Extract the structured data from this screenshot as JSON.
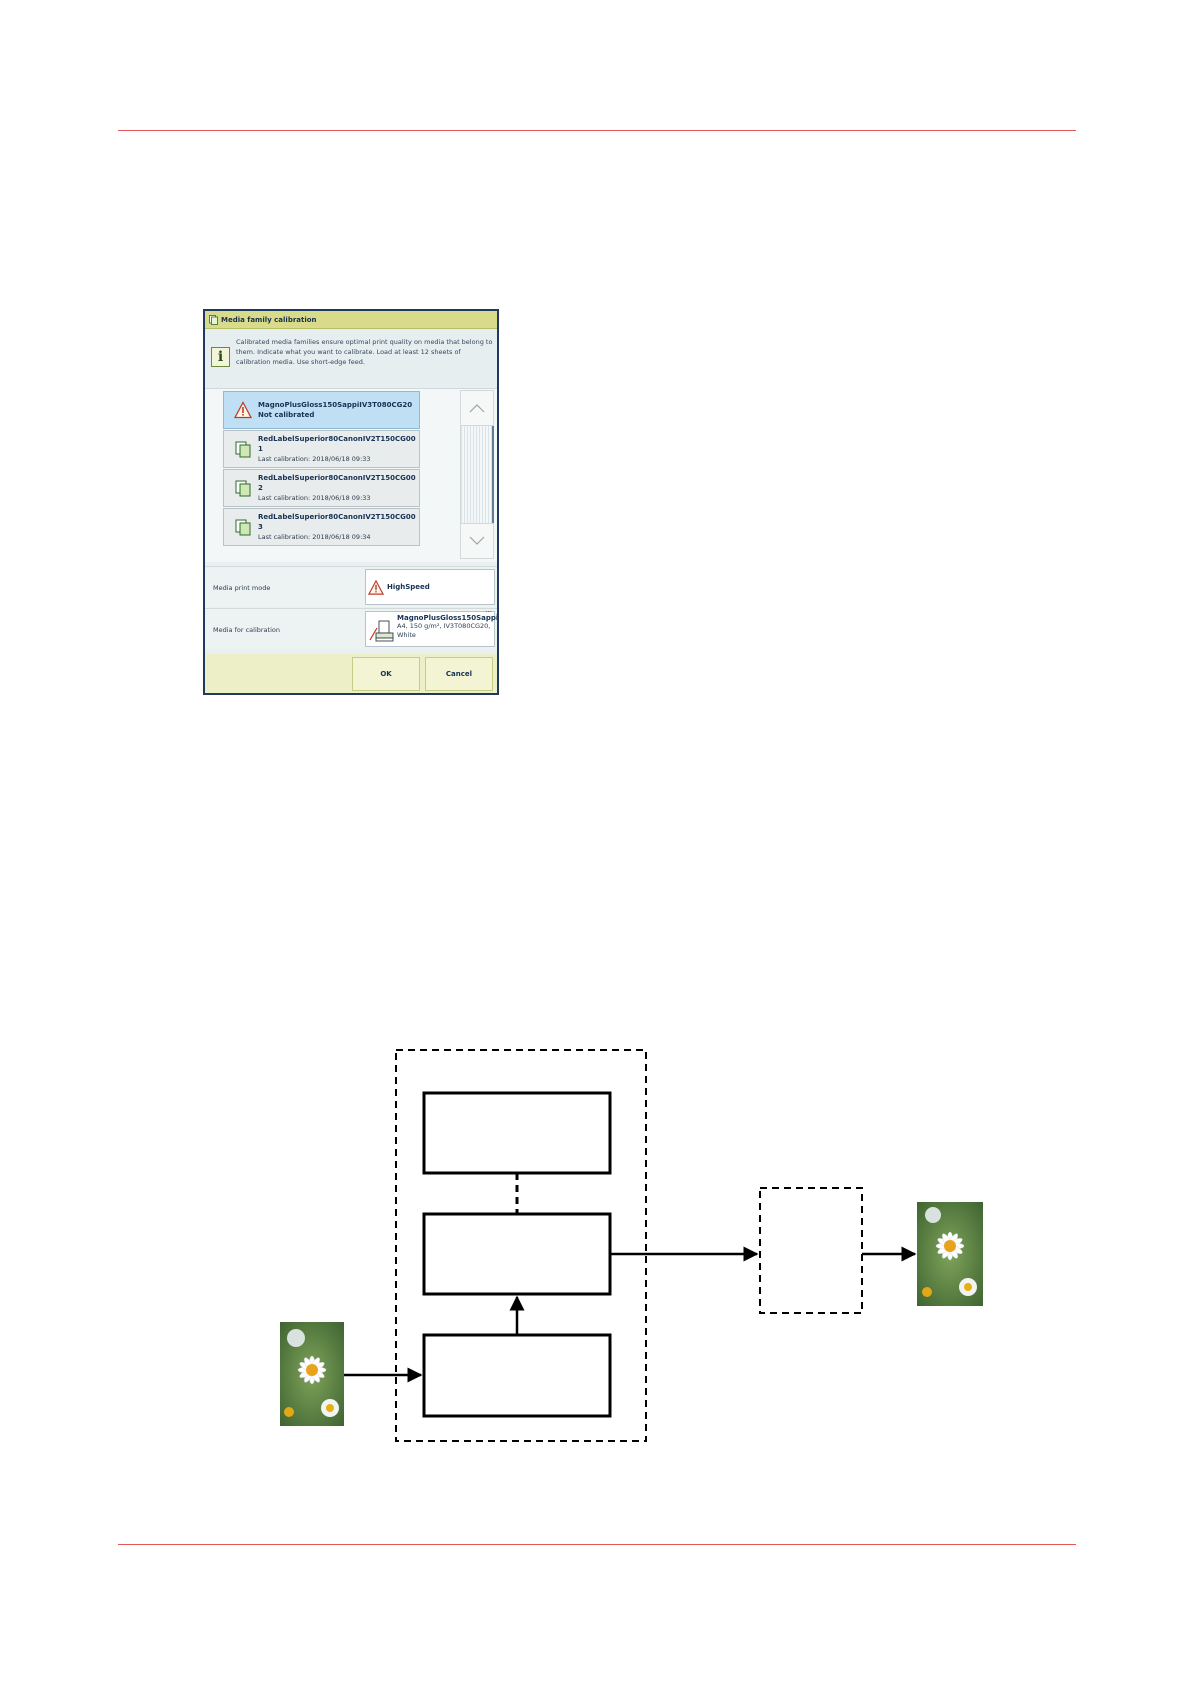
{
  "dialog": {
    "title": "Media family calibration",
    "info_text": "Calibrated media families ensure optimal print quality on media that belong to them. Indicate what you want to calibrate. Load at least 12 sheets of calibration media. Use short-edge feed.",
    "items": [
      {
        "name": "MagnoPlusGloss150SappiIV3T080CG20",
        "status": "Not calibrated",
        "icon": "warning-icon"
      },
      {
        "name": "RedLabelSuperior80CanonIV2T150CG00 1",
        "status": "Last calibration: 2018/06/18 09:33",
        "icon": "media-family-icon"
      },
      {
        "name": "RedLabelSuperior80CanonIV2T150CG00 2",
        "status": "Last calibration: 2018/06/18 09:33",
        "icon": "media-family-icon"
      },
      {
        "name": "RedLabelSuperior80CanonIV2T150CG00 3",
        "status": "Last calibration: 2018/06/18 09:34",
        "icon": "media-family-icon"
      }
    ],
    "print_mode": {
      "label": "Media print mode",
      "value": "HighSpeed"
    },
    "calibration_media": {
      "label": "Media for calibration",
      "name": "MagnoPlusGloss150Sappi",
      "details": "A4, 150 g/m², IV3T080CG20,",
      "color": "White",
      "more": "..."
    },
    "ok_label": "OK",
    "cancel_label": "Cancel"
  },
  "colors": {
    "accent_rule": "#e05a5a",
    "title_bar": "#d8dc8a",
    "selected_item": "#bfe0f4",
    "dialog_border": "#1f3a5e"
  }
}
